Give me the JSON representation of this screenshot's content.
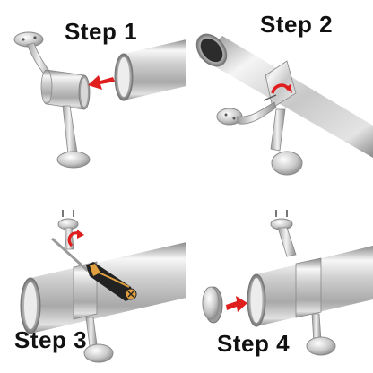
{
  "steps": [
    {
      "label": "Step 1"
    },
    {
      "label": "Step 2"
    },
    {
      "label": "Step 3"
    },
    {
      "label": "Step 4"
    }
  ],
  "colors": {
    "arrow": "#e01e1e",
    "steel_light": "#f2f2f2",
    "steel_mid": "#bdbdbd",
    "steel_dark": "#7a7a7a",
    "screwdriver_handle": "#222222",
    "screwdriver_accent": "#e0a040"
  },
  "icons": {
    "step1": [
      "bracket-icon",
      "tube-icon",
      "insert-arrow-icon"
    ],
    "step2": [
      "tube-icon",
      "bracket-icon",
      "rotate-arrow-icon"
    ],
    "step3": [
      "tube-icon",
      "bracket-icon",
      "screwdriver-icon",
      "rotate-arrow-icon"
    ],
    "step4": [
      "tube-icon",
      "bracket-icon",
      "end-cap-icon",
      "insert-arrow-icon"
    ]
  }
}
